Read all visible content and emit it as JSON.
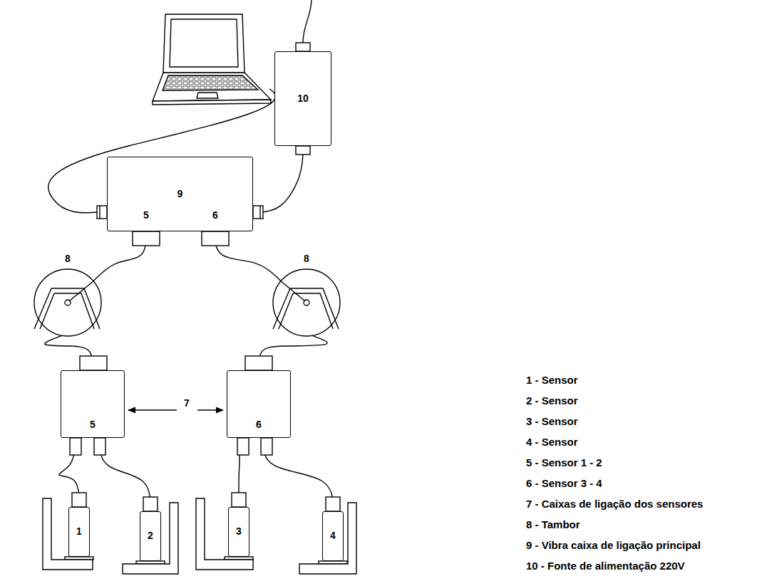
{
  "diagram": {
    "nodes": [
      {
        "text": [
          "10"
        ]
      },
      {
        "text": [
          "9"
        ]
      },
      {
        "text": [
          "8"
        ]
      },
      {
        "text": [
          "8"
        ]
      },
      {
        "text": [
          "5"
        ]
      },
      {
        "text": [
          "6"
        ]
      },
      {
        "text": [
          "1"
        ]
      },
      {
        "text": [
          "2"
        ]
      },
      {
        "text": [
          "3"
        ]
      },
      {
        "text": [
          "4"
        ]
      }
    ],
    "edges": [
      {
        "from": 0,
        "to": 1,
        "arrow": "none"
      },
      {
        "from": 1,
        "to": 2,
        "arrow": "none"
      },
      {
        "from": 2,
        "to": 4,
        "arrow": "none"
      },
      {
        "from": 1,
        "to": 3,
        "arrow": "none"
      },
      {
        "from": 3,
        "to": 5,
        "arrow": "none"
      },
      {
        "from": 4,
        "to": 6,
        "arrow": "none"
      },
      {
        "from": 4,
        "to": 7,
        "arrow": "none"
      },
      {
        "from": 5,
        "to": 8,
        "arrow": "none"
      },
      {
        "from": 5,
        "to": 9,
        "arrow": "none"
      }
    ],
    "labels": [
      "5",
      "6",
      "7",
      "1 - Sensor",
      "2 - Sensor",
      "3 - Sensor",
      "4 - Sensor",
      "5 - Sensor 1 - 2",
      "6 - Sensor 3 - 4",
      "7 - Caixas de ligação dos sensores",
      "8 - Tambor",
      "9 - Vibra caixa de ligação principal",
      "10 - Fonte de alimentação 220V"
    ]
  }
}
